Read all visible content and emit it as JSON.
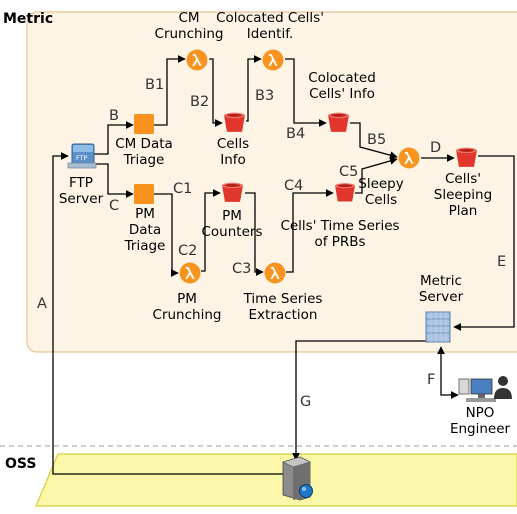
{
  "metric": {
    "title": "Metric",
    "nodes": {
      "ftp_server": "FTP Server",
      "ftp_icon_text": "FTP",
      "cm_crunching": "CM Crunching",
      "colocated_identif": "Colocated Cells' Identif.",
      "colocated_info": "Colocated Cells' Info",
      "cm_triage": "CM Data Triage",
      "cells_info": "Cells Info",
      "sleepy_cells": "Sleepy Cells",
      "sleeping_plan": "Cells' Sleeping Plan",
      "pm_triage": "PM Data Triage",
      "pm_counters": "PM Counters",
      "prbs": "Cells' Time Series of PRBs",
      "pm_crunching": "PM Crunching",
      "ts_extraction": "Time Series Extraction",
      "metric_server": "Metric Server",
      "npo_engineer": "NPO Engineer"
    },
    "edge_labels": {
      "A": "A",
      "B": "B",
      "B1": "B1",
      "B2": "B2",
      "B3": "B3",
      "B4": "B4",
      "B5": "B5",
      "C": "C",
      "C1": "C1",
      "C2": "C2",
      "C3": "C3",
      "C4": "C4",
      "C5": "C5",
      "D": "D",
      "E": "E",
      "F": "F",
      "G": "G"
    }
  },
  "oss": {
    "title": "OSS"
  },
  "colors": {
    "metric_region_fill": "#fdf4e6",
    "metric_region_stroke": "#e8c38f",
    "oss_region_fill": "#fbf7a8",
    "oss_region_stroke": "#d9cf3a",
    "lambda_orange": "#f7931e",
    "triage_orange": "#f7921e",
    "bucket_red": "#e0362c"
  },
  "icons": {
    "lambda": "aws-lambda-icon",
    "bucket": "s3-bucket-icon",
    "triage": "orange-square-icon",
    "ftp": "ftp-server-icon",
    "metric_server": "server-rack-icon",
    "npo": "engineer-workstation-icon",
    "oss": "database-server-icon"
  }
}
